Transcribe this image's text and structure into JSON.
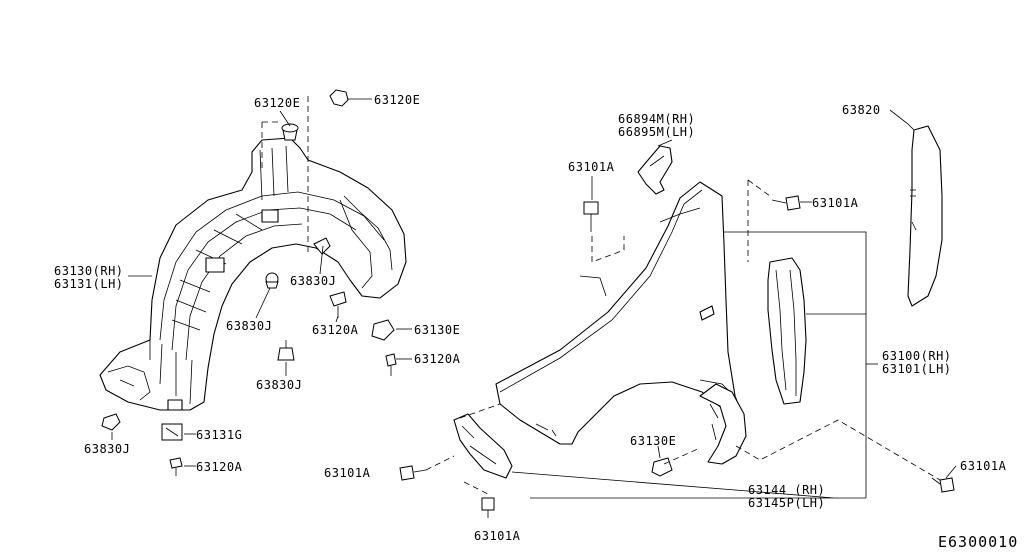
{
  "diagram_code": "E6300010",
  "callouts": [
    {
      "id": "c1",
      "text": "63120E"
    },
    {
      "id": "c2",
      "text": "63120E"
    },
    {
      "id": "c3",
      "text": "63130(RH)"
    },
    {
      "id": "c4",
      "text": "63131(LH)"
    },
    {
      "id": "c5",
      "text": "63830J"
    },
    {
      "id": "c6",
      "text": "63830J"
    },
    {
      "id": "c7",
      "text": "63120A"
    },
    {
      "id": "c8",
      "text": "63130E"
    },
    {
      "id": "c9",
      "text": "63120A"
    },
    {
      "id": "c10",
      "text": "63830J"
    },
    {
      "id": "c11",
      "text": "63830J"
    },
    {
      "id": "c12",
      "text": "63131G"
    },
    {
      "id": "c13",
      "text": "63120A"
    },
    {
      "id": "c14",
      "text": "66894M(RH)"
    },
    {
      "id": "c15",
      "text": "66895M(LH)"
    },
    {
      "id": "c16",
      "text": "63101A"
    },
    {
      "id": "c17",
      "text": "63101A"
    },
    {
      "id": "c18",
      "text": "63820"
    },
    {
      "id": "c19",
      "text": "63100(RH)"
    },
    {
      "id": "c20",
      "text": "63101(LH)"
    },
    {
      "id": "c21",
      "text": "63130E"
    },
    {
      "id": "c22",
      "text": "63101A"
    },
    {
      "id": "c23",
      "text": "63144 (RH)"
    },
    {
      "id": "c24",
      "text": "63145P(LH)"
    },
    {
      "id": "c25",
      "text": "63101A"
    },
    {
      "id": "c26",
      "text": "63101A"
    }
  ]
}
